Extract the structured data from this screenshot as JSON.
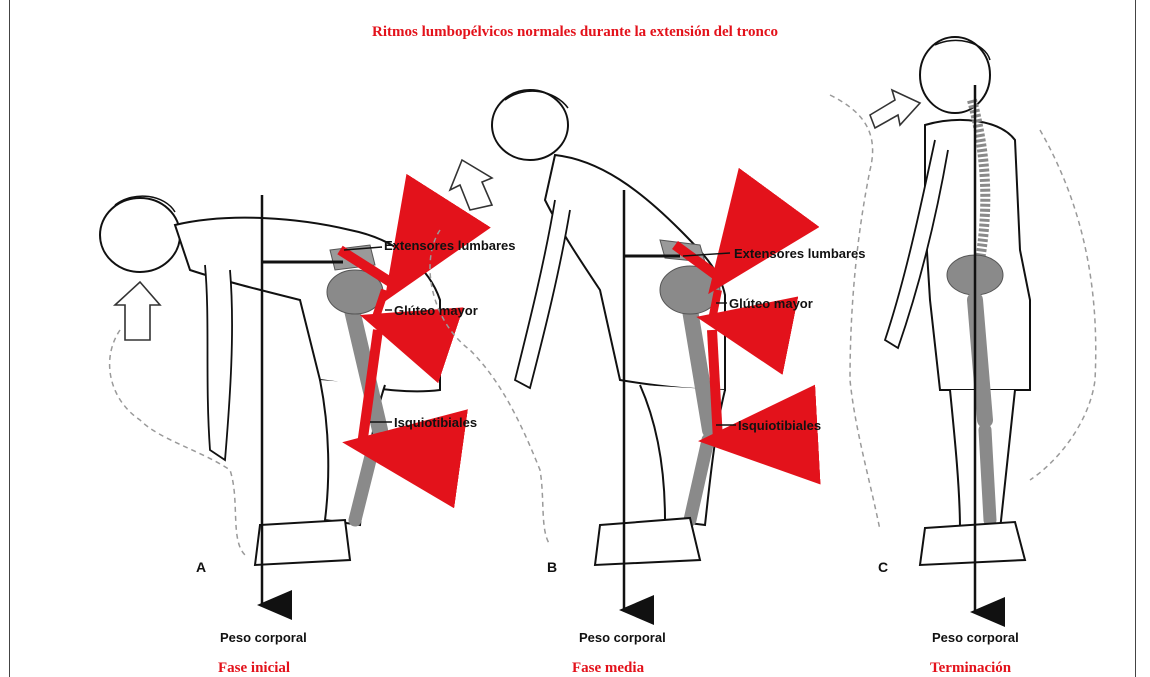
{
  "title": "Ritmos lumbopélvicos normales durante la extensión del tronco",
  "panels": [
    {
      "letter": "A",
      "weight_label": "Peso corporal",
      "phase": "Fase inicial",
      "muscles": [
        "Extensores lumbares",
        "Glúteo mayor",
        "Isquiotibiales"
      ]
    },
    {
      "letter": "B",
      "weight_label": "Peso corporal",
      "phase": "Fase media",
      "muscles": [
        "Extensores lumbares",
        "Glúteo mayor",
        "Isquiotibiales"
      ]
    },
    {
      "letter": "C",
      "weight_label": "Peso corporal",
      "phase": "Terminación"
    }
  ],
  "colors": {
    "title": "#e3121b",
    "muscle": "#e3121b",
    "bone": "#8a8a8a",
    "outline": "#111111",
    "ghost": "#9a9a9a"
  }
}
